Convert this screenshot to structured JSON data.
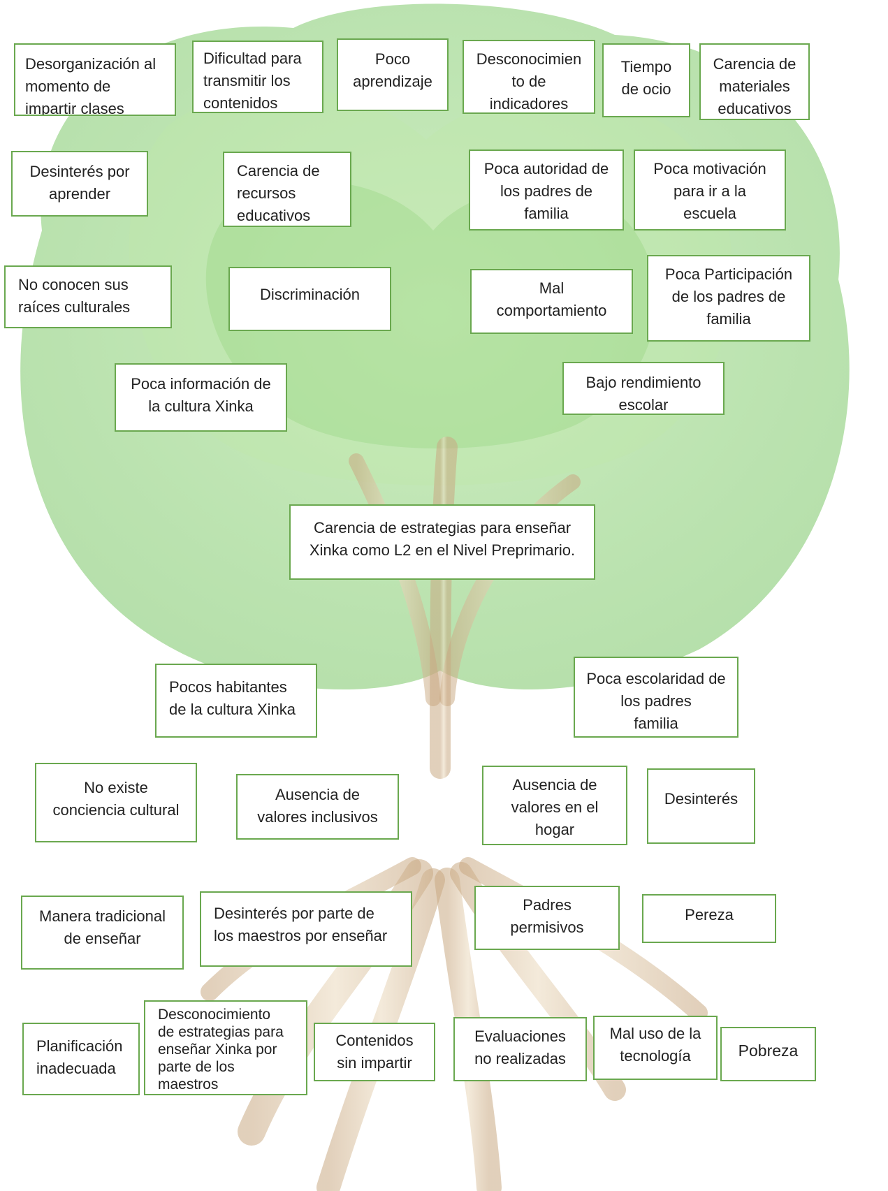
{
  "colors": {
    "box_border": "#6aa84f",
    "text": "#222222",
    "foliage": "#8fd37a",
    "trunk": "#cbb08f"
  },
  "effects": {
    "desorganizacion": "Desorganización al\nmomento de\nimpartir clases",
    "dificultad": "Dificultad para\ntransmitir los\ncontenidos",
    "poco_aprendizaje": "Poco\naprendizaje",
    "desconocimiento_indicadores": "Desconocimien\nto de\nindicadores",
    "tiempo_ocio": "Tiempo\nde ocio",
    "carencia_materiales": "Carencia de\nmateriales\neducativos",
    "desinteres_aprender": "Desinterés por\naprender",
    "carencia_recursos": "Carencia de\nrecursos\neducativos",
    "poca_autoridad": "Poca autoridad de\nlos padres de\nfamilia",
    "poca_motivacion": "Poca motivación\npara ir a la\nescuela",
    "no_conocen": "No conocen sus\nraíces  culturales",
    "discriminacion": "Discriminación",
    "mal_comportamiento": "Mal\ncomportamiento",
    "poca_participacion": "Poca Participación\nde los padres de\nfamilia",
    "poca_informacion": "Poca información de\nla cultura Xinka",
    "bajo_rendimiento": "Bajo rendimiento\nescolar"
  },
  "problem": "Carencia de estrategias para enseñar\nXinka como L2 en el Nivel Preprimario.",
  "causes": {
    "pocos_habitantes": "Pocos habitantes\nde la cultura Xinka",
    "poca_escolaridad": "Poca escolaridad de\nlos padres\nfamilia",
    "no_existe_conciencia": "No existe\nconciencia cultural",
    "ausencia_valores_inclusivos": "Ausencia de\nvalores inclusivos",
    "ausencia_valores_hogar": "Ausencia de\nvalores en el\nhogar",
    "desinteres": "Desinterés",
    "manera_tradicional": "Manera tradicional\nde enseñar",
    "desinteres_maestros": "Desinterés por parte de\nlos maestros por  enseñar",
    "padres_permisivos": "Padres\npermisivos",
    "pereza": "Pereza",
    "planificacion": "Planificación\ninadecuada",
    "desconocimiento_estrategias": "Desconocimiento\nde estrategias para\nenseñar Xinka por\nparte de los\nmaestros",
    "contenidos_sin_impartir": "Contenidos\nsin impartir",
    "evaluaciones": "Evaluaciones\nno realizadas",
    "mal_uso_tecnologia": "Mal uso de la\ntecnología",
    "pobreza": "Pobreza"
  }
}
